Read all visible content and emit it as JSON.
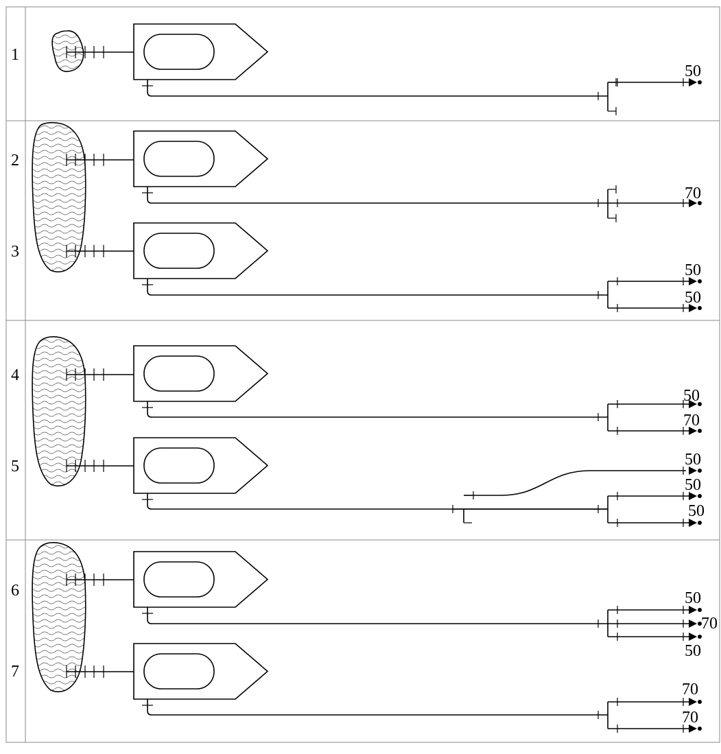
{
  "rows": [
    {
      "label": "1",
      "outputs": [
        "50"
      ]
    },
    {
      "label": "2",
      "outputs": [
        "70"
      ]
    },
    {
      "label": "3",
      "outputs": [
        "50",
        "50"
      ]
    },
    {
      "label": "4",
      "outputs": [
        "50",
        "70"
      ]
    },
    {
      "label": "5",
      "outputs": [
        "50",
        "50",
        "50"
      ]
    },
    {
      "label": "6",
      "outputs": [
        "50",
        "70",
        "50"
      ]
    },
    {
      "label": "7",
      "outputs": [
        "70",
        "70"
      ]
    }
  ],
  "colors": {
    "line": "#000000",
    "grid": "#888888",
    "hatch": "#555555"
  }
}
